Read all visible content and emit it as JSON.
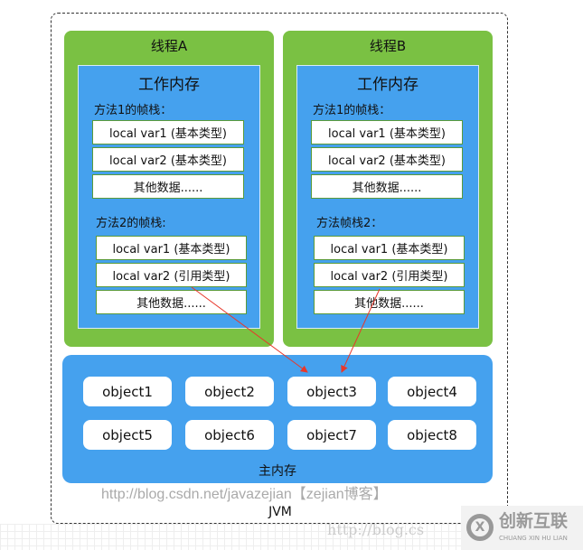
{
  "threads": [
    {
      "title": "线程A",
      "work_memory": "工作内存",
      "frame1_label": "方法1的帧栈：",
      "frame1": [
        "local var1 (基本类型)",
        "local var2 (基本类型)",
        "其他数据......"
      ],
      "frame2_label": "方法2的帧栈:",
      "frame2": [
        "local var1 (基本类型)",
        "local var2 (引用类型)",
        "其他数据......"
      ]
    },
    {
      "title": "线程B",
      "work_memory": "工作内存",
      "frame1_label": "方法1的帧栈：",
      "frame1": [
        "local var1 (基本类型)",
        "local var2 (基本类型)",
        "其他数据......"
      ],
      "frame2_label": "方法帧栈2：",
      "frame2": [
        "local var1 (基本类型)",
        "local var2 (引用类型)",
        "其他数据......"
      ]
    }
  ],
  "main_memory": {
    "label": "主内存",
    "objects": [
      "object1",
      "object2",
      "object3",
      "object4",
      "object5",
      "object6",
      "object7",
      "object8"
    ]
  },
  "footer": {
    "url": "http://blog.csdn.net/javazejian【zejian博客】",
    "jvm": "JVM",
    "watermark_url": "http://blog.cs"
  },
  "watermark": {
    "text": "创新互联",
    "sub": "CHUANG XIN HU LIAN"
  },
  "colors": {
    "thread": "#7ac143",
    "memory": "#45a1ee",
    "arrow": "#e8382b"
  }
}
